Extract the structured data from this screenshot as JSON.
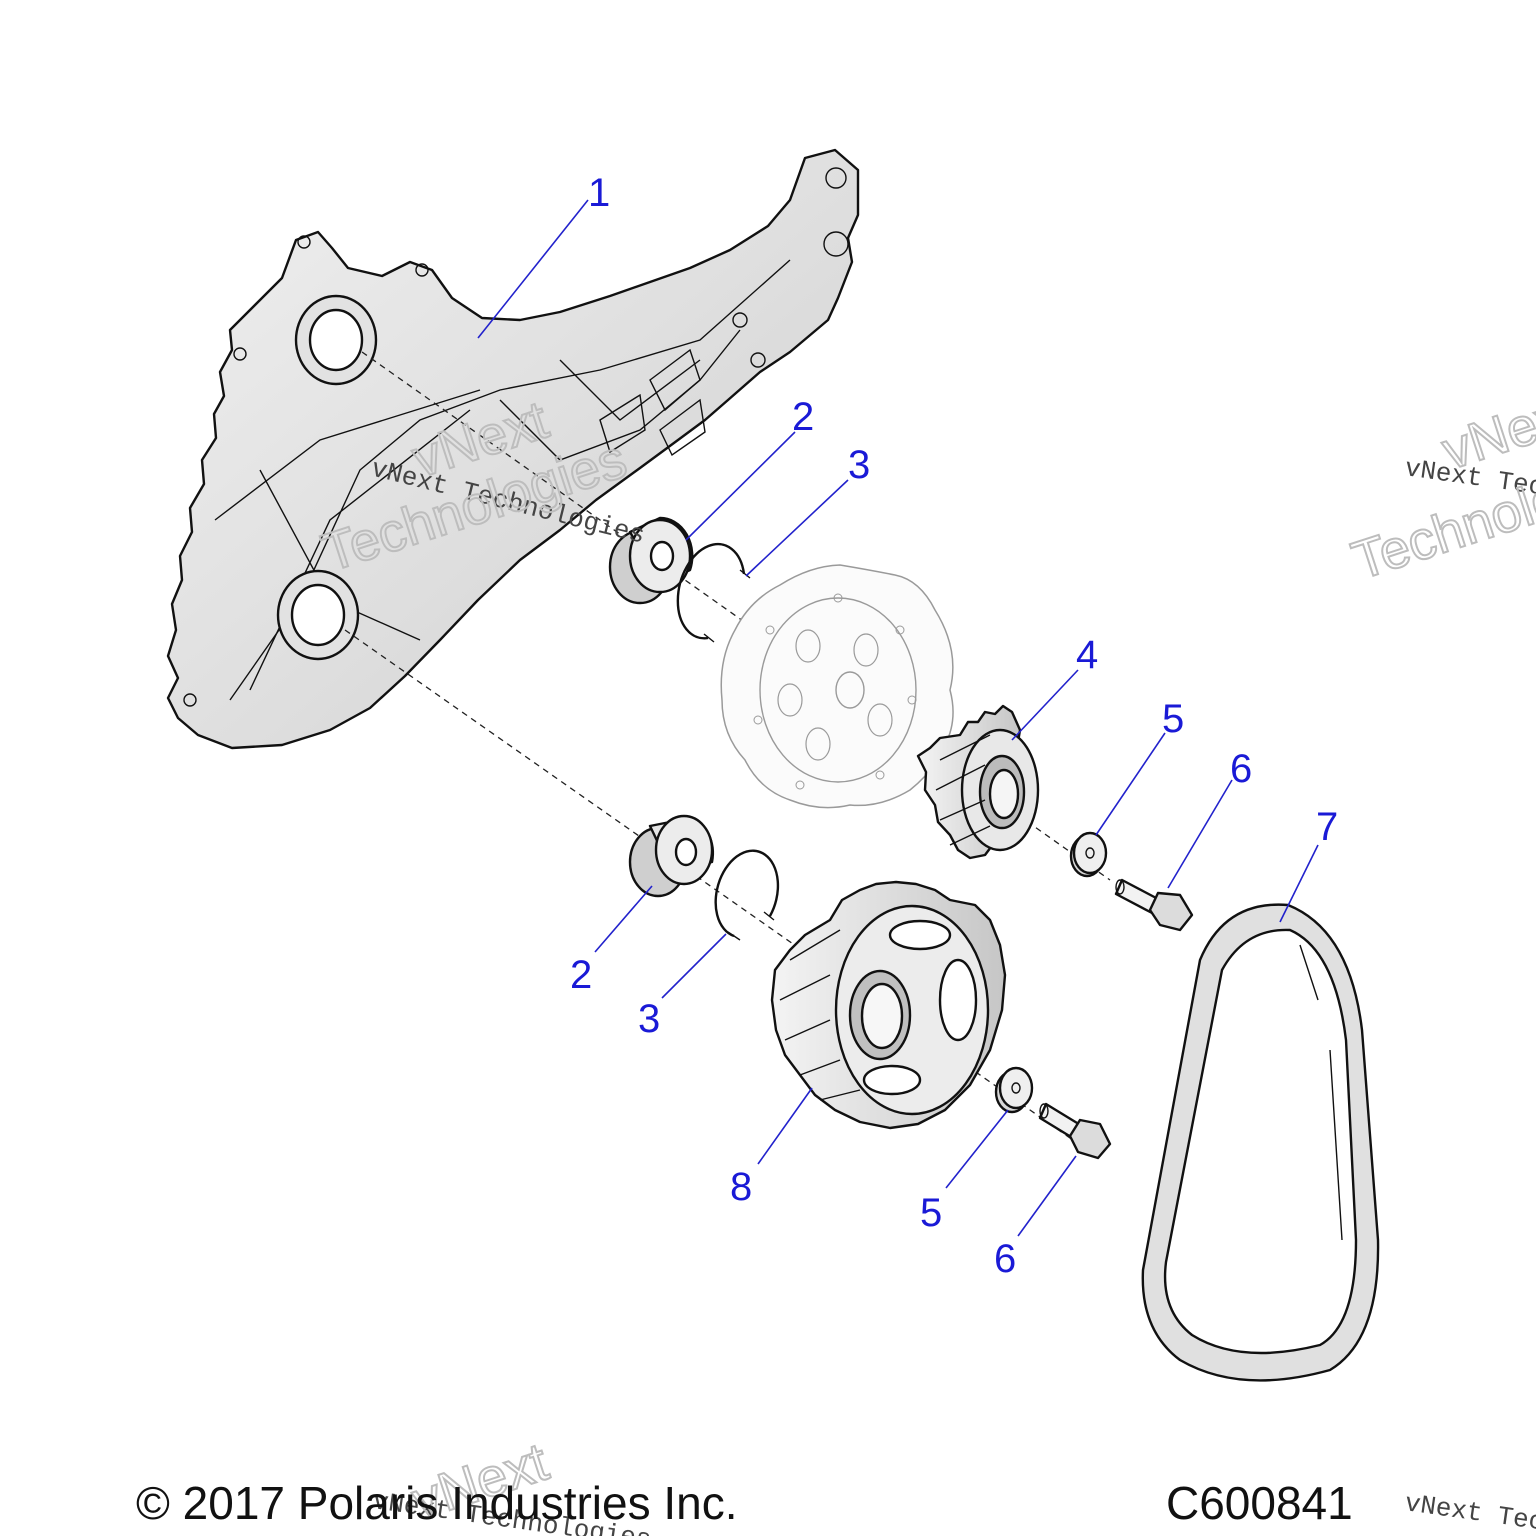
{
  "diagram": {
    "callouts": [
      {
        "id": "c1",
        "label": "1"
      },
      {
        "id": "c2a",
        "label": "2"
      },
      {
        "id": "c3a",
        "label": "3"
      },
      {
        "id": "c4",
        "label": "4"
      },
      {
        "id": "c5a",
        "label": "5"
      },
      {
        "id": "c6a",
        "label": "6"
      },
      {
        "id": "c7",
        "label": "7"
      },
      {
        "id": "c2b",
        "label": "2"
      },
      {
        "id": "c3b",
        "label": "3"
      },
      {
        "id": "c8",
        "label": "8"
      },
      {
        "id": "c5b",
        "label": "5"
      },
      {
        "id": "c6b",
        "label": "6"
      }
    ],
    "callout_color": "#1a1ad6"
  },
  "footer": {
    "copyright": "© 2017 Polaris Industries Inc.",
    "figure_code": "C600841"
  },
  "watermark": {
    "text": "vNext Technologies",
    "word1": "vNext",
    "word2": "Technologies"
  }
}
